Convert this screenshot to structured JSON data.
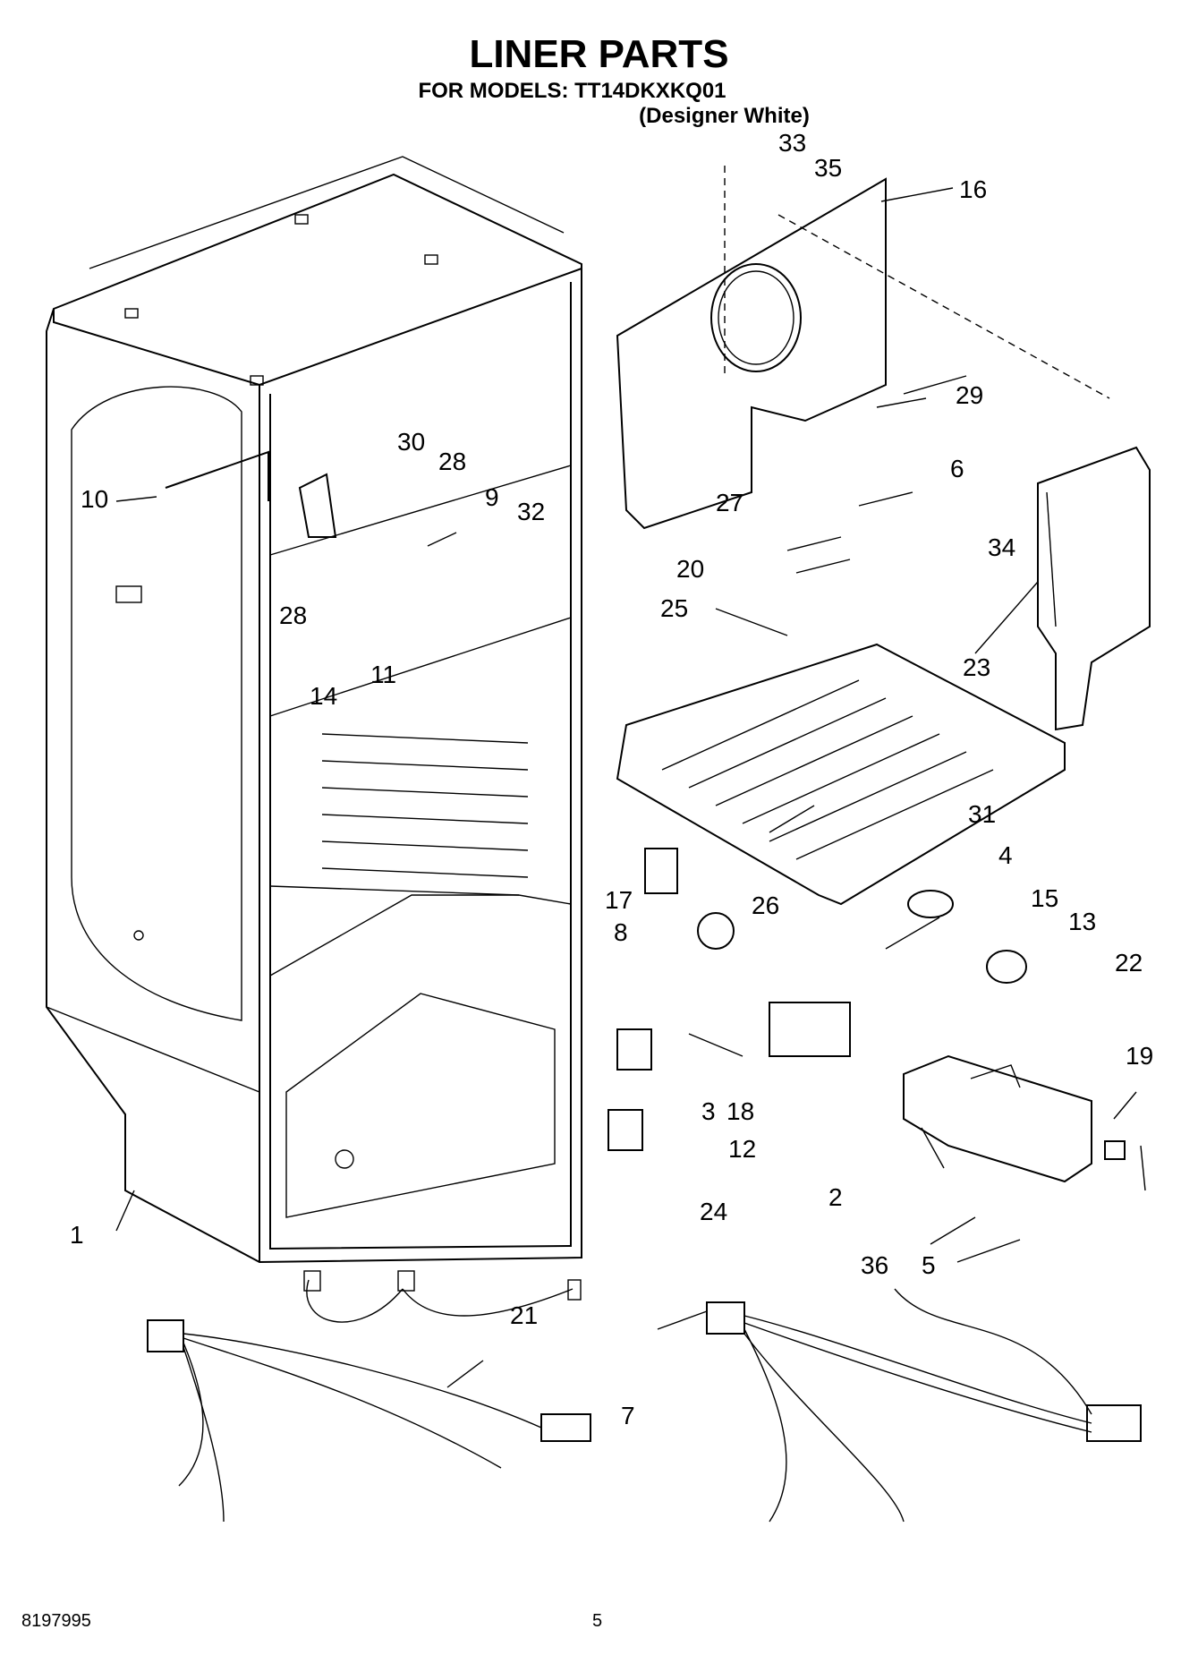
{
  "header": {
    "title": "LINER PARTS",
    "models_line": "FOR MODELS: TT14DKXKQ01",
    "color_line": "(Designer White)"
  },
  "callouts": [
    {
      "id": "33",
      "label": "33"
    },
    {
      "id": "35",
      "label": "35"
    },
    {
      "id": "16",
      "label": "16"
    },
    {
      "id": "29",
      "label": "29"
    },
    {
      "id": "6",
      "label": "6"
    },
    {
      "id": "27",
      "label": "27"
    },
    {
      "id": "20",
      "label": "20"
    },
    {
      "id": "34",
      "label": "34"
    },
    {
      "id": "25",
      "label": "25"
    },
    {
      "id": "23",
      "label": "23"
    },
    {
      "id": "10",
      "label": "10"
    },
    {
      "id": "30",
      "label": "30"
    },
    {
      "id": "28a",
      "label": "28"
    },
    {
      "id": "9",
      "label": "9"
    },
    {
      "id": "32",
      "label": "32"
    },
    {
      "id": "28b",
      "label": "28"
    },
    {
      "id": "14",
      "label": "14"
    },
    {
      "id": "11",
      "label": "11"
    },
    {
      "id": "31",
      "label": "31"
    },
    {
      "id": "26",
      "label": "26"
    },
    {
      "id": "4",
      "label": "4"
    },
    {
      "id": "15",
      "label": "15"
    },
    {
      "id": "17",
      "label": "17"
    },
    {
      "id": "13",
      "label": "13"
    },
    {
      "id": "8",
      "label": "8"
    },
    {
      "id": "22",
      "label": "22"
    },
    {
      "id": "19",
      "label": "19"
    },
    {
      "id": "3",
      "label": "3"
    },
    {
      "id": "18",
      "label": "18"
    },
    {
      "id": "12",
      "label": "12"
    },
    {
      "id": "24",
      "label": "24"
    },
    {
      "id": "2",
      "label": "2"
    },
    {
      "id": "1",
      "label": "1"
    },
    {
      "id": "36",
      "label": "36"
    },
    {
      "id": "5",
      "label": "5"
    },
    {
      "id": "21",
      "label": "21"
    },
    {
      "id": "7",
      "label": "7"
    }
  ],
  "footer": {
    "doc_number": "8197995",
    "page_number": "5"
  }
}
